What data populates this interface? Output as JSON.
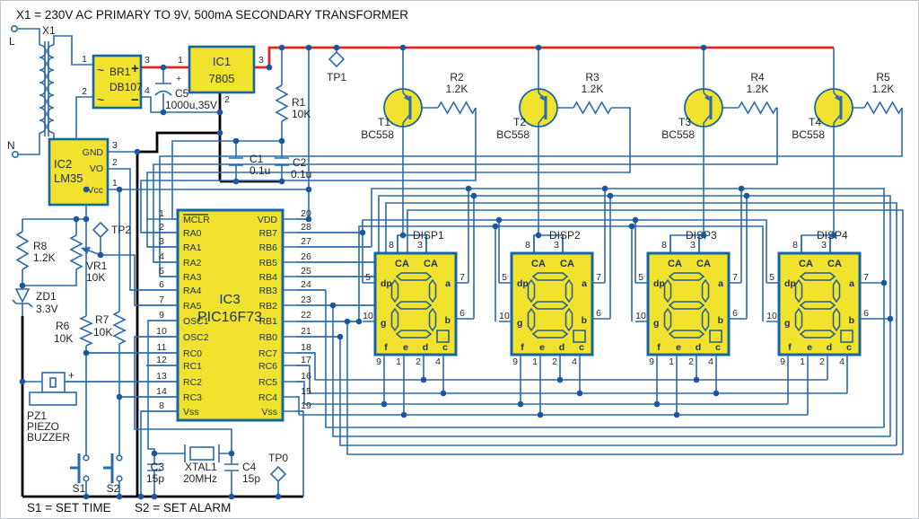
{
  "title": "X1 = 230V AC PRIMARY TO 9V, 500mA SECONDARY TRANSFORMER",
  "notes": {
    "s1": "S1 = SET TIME",
    "s2": "S2 = SET ALARM"
  },
  "colors": {
    "wire": "#2a6bad",
    "power_rail": "#e2251f",
    "ground": "#000000",
    "component_fill": "#f1e32d",
    "component_border": "#1565a4",
    "junction": "#1b57a0"
  },
  "power": {
    "transformer": {
      "ref": "X1",
      "live": "L",
      "neutral": "N"
    },
    "bridge": {
      "ref": "BR1",
      "part": "DB107",
      "ac_top": "~",
      "ac_bot": "~",
      "plus": "+",
      "minus": "−",
      "pin1": "1",
      "pin2": "2",
      "pin3": "3",
      "pin4": "4"
    },
    "c5": {
      "ref": "C5",
      "value": "1000u,35V",
      "plus": "+"
    },
    "reg": {
      "ref": "IC1",
      "part": "7805",
      "pin_in": "1",
      "pin_out": "3",
      "pin_gnd": "2"
    },
    "r1": {
      "ref": "R1",
      "value": "10K"
    },
    "tp1": {
      "ref": "TP1"
    }
  },
  "sensor": {
    "ref": "IC2",
    "part": "LM35",
    "pins": [
      {
        "num": "3",
        "name": "GND"
      },
      {
        "num": "2",
        "name": "VO"
      },
      {
        "num": "1",
        "name": "Vcc"
      }
    ]
  },
  "analog": {
    "r8": {
      "ref": "R8",
      "value": "1.2K"
    },
    "vr1": {
      "ref": "VR1",
      "value": "10K"
    },
    "zd1": {
      "ref": "ZD1",
      "value": "3.3V"
    },
    "tp2": {
      "ref": "TP2"
    },
    "r6": {
      "ref": "R6",
      "value": "10K"
    },
    "r7": {
      "ref": "R7",
      "value": "10K"
    },
    "buzzer": {
      "ref": "PZ1",
      "line1": "PIEZO",
      "line2": "BUZZER",
      "plus": "+"
    },
    "s1": {
      "ref": "S1"
    },
    "s2": {
      "ref": "S2"
    }
  },
  "caps": {
    "c1": {
      "ref": "C1",
      "value": "0.1u"
    },
    "c2": {
      "ref": "C2",
      "value": "0.1u"
    },
    "c3": {
      "ref": "C3",
      "value": "15p"
    },
    "c4": {
      "ref": "C4",
      "value": "15p"
    }
  },
  "osc": {
    "xtal": {
      "ref": "XTAL1",
      "value": "20MHz"
    },
    "tp0": {
      "ref": "TP0"
    }
  },
  "mcu": {
    "ref": "IC3",
    "part": "PIC16F73",
    "left_pins": [
      {
        "num": "1",
        "name": "MCLR"
      },
      {
        "num": "2",
        "name": "RA0"
      },
      {
        "num": "3",
        "name": "RA1"
      },
      {
        "num": "4",
        "name": "RA2"
      },
      {
        "num": "5",
        "name": "RA3"
      },
      {
        "num": "6",
        "name": "RA4"
      },
      {
        "num": "7",
        "name": "RA5"
      },
      {
        "num": "9",
        "name": "OSC1"
      },
      {
        "num": "10",
        "name": "OSC2"
      },
      {
        "num": "11",
        "name": "RC0"
      },
      {
        "num": "12",
        "name": "RC1"
      },
      {
        "num": "13",
        "name": "RC2"
      },
      {
        "num": "14",
        "name": "RC3"
      },
      {
        "num": "8",
        "name": "Vss"
      }
    ],
    "right_pins": [
      {
        "num": "20",
        "name": "VDD"
      },
      {
        "num": "28",
        "name": "RB7"
      },
      {
        "num": "27",
        "name": "RB6"
      },
      {
        "num": "26",
        "name": "RB5"
      },
      {
        "num": "25",
        "name": "RB4"
      },
      {
        "num": "24",
        "name": "RB3"
      },
      {
        "num": "23",
        "name": "RB2"
      },
      {
        "num": "22",
        "name": "RB1"
      },
      {
        "num": "21",
        "name": "RB0"
      },
      {
        "num": "18",
        "name": "RC7"
      },
      {
        "num": "17",
        "name": "RC6"
      },
      {
        "num": "16",
        "name": "RC5"
      },
      {
        "num": "15",
        "name": "RC4"
      },
      {
        "num": "19",
        "name": "Vss"
      }
    ]
  },
  "drivers": [
    {
      "ref": "T1",
      "part": "BC558",
      "r_ref": "R2",
      "r_val": "1.2K"
    },
    {
      "ref": "T2",
      "part": "BC558",
      "r_ref": "R3",
      "r_val": "1.2K"
    },
    {
      "ref": "T3",
      "part": "BC558",
      "r_ref": "R4",
      "r_val": "1.2K"
    },
    {
      "ref": "T4",
      "part": "BC558",
      "r_ref": "R5",
      "r_val": "1.2K"
    }
  ],
  "displays": [
    {
      "ref": "DISP1",
      "ca": [
        "CA",
        "CA"
      ],
      "top": [
        "8",
        "3"
      ],
      "left": [
        [
          "5",
          "dp"
        ],
        [
          "10",
          "g"
        ]
      ],
      "right": [
        [
          "7",
          "a"
        ],
        [
          "6",
          "b"
        ]
      ],
      "bottom": [
        [
          "9",
          "f"
        ],
        [
          "1",
          "e"
        ],
        [
          "2",
          "d"
        ],
        [
          "4",
          "c"
        ]
      ]
    },
    {
      "ref": "DISP2",
      "ca": [
        "CA",
        "CA"
      ],
      "top": [
        "8",
        "3"
      ],
      "left": [
        [
          "5",
          "dp"
        ],
        [
          "10",
          "g"
        ]
      ],
      "right": [
        [
          "7",
          "a"
        ],
        [
          "6",
          "b"
        ]
      ],
      "bottom": [
        [
          "9",
          "f"
        ],
        [
          "1",
          "e"
        ],
        [
          "2",
          "d"
        ],
        [
          "4",
          "c"
        ]
      ]
    },
    {
      "ref": "DISP3",
      "ca": [
        "CA",
        "CA"
      ],
      "top": [
        "8",
        "3"
      ],
      "left": [
        [
          "5",
          "dp"
        ],
        [
          "10",
          "g"
        ]
      ],
      "right": [
        [
          "7",
          "a"
        ],
        [
          "6",
          "b"
        ]
      ],
      "bottom": [
        [
          "9",
          "f"
        ],
        [
          "1",
          "e"
        ],
        [
          "2",
          "d"
        ],
        [
          "4",
          "c"
        ]
      ]
    },
    {
      "ref": "DISP4",
      "ca": [
        "CA",
        "CA"
      ],
      "top": [
        "8",
        "3"
      ],
      "left": [
        [
          "5",
          "dp"
        ],
        [
          "10",
          "g"
        ]
      ],
      "right": [
        [
          "7",
          "a"
        ],
        [
          "6",
          "b"
        ]
      ],
      "bottom": [
        [
          "9",
          "f"
        ],
        [
          "1",
          "e"
        ],
        [
          "2",
          "d"
        ],
        [
          "4",
          "c"
        ]
      ]
    }
  ]
}
